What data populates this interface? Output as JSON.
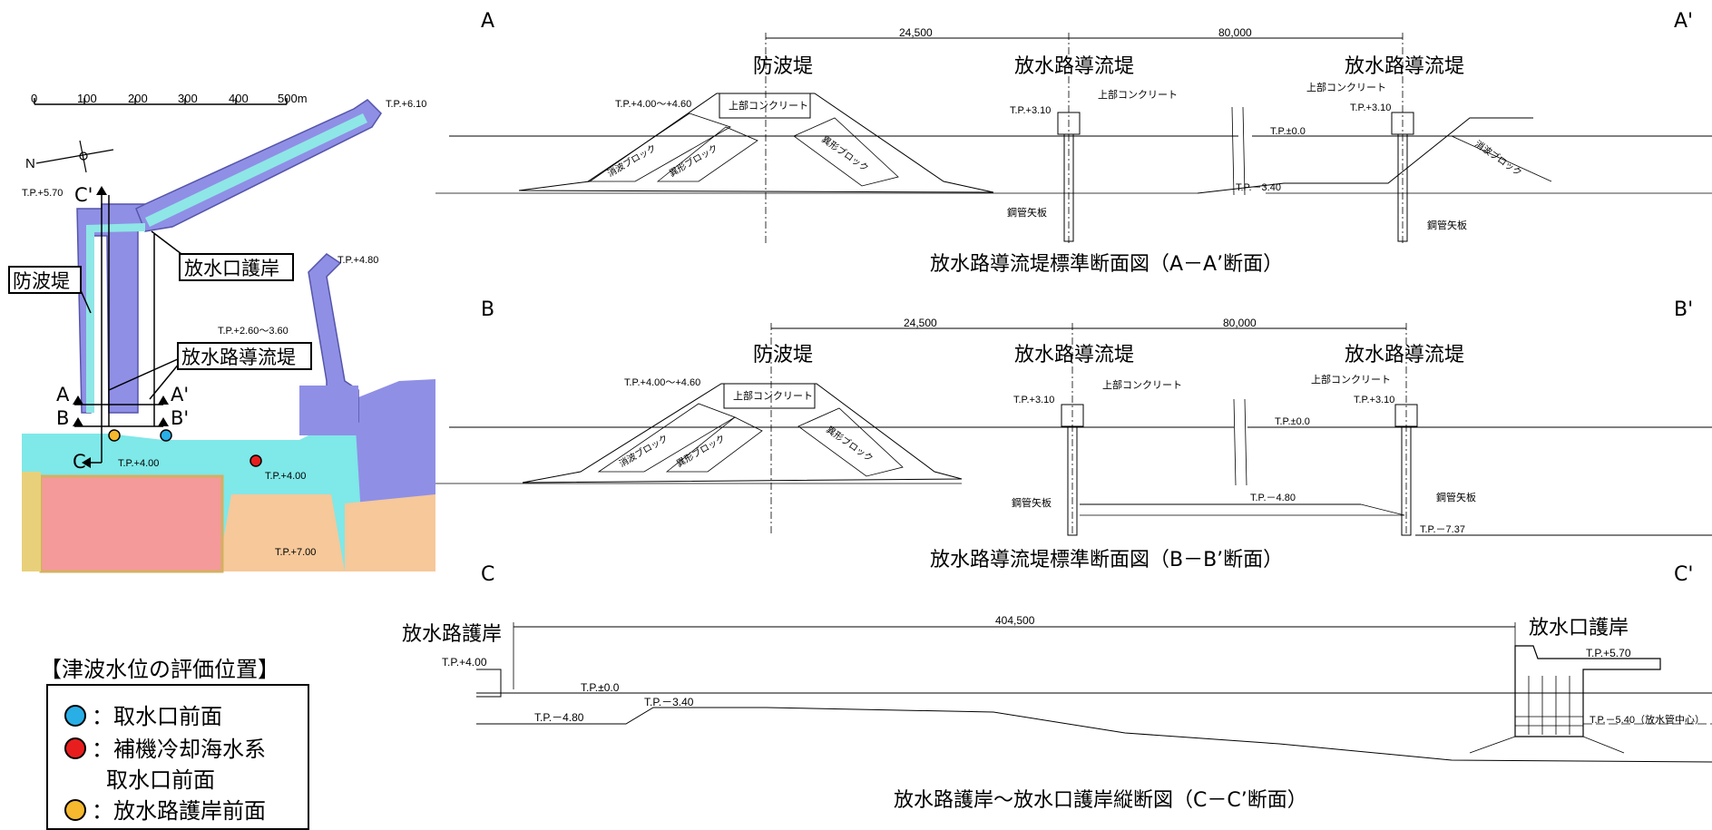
{
  "colors": {
    "breakwater_fill": "#8f8fe6",
    "channel_fill": "#8fe6e6",
    "land_cyan": "#7fe8e8",
    "plant_red": "#f59a9a",
    "land_tan": "#f6c89a",
    "intake_blue": "#29aee6",
    "aux_red": "#e81e1e",
    "outfall_yellow": "#f5b82e"
  },
  "map": {
    "scale_ticks": [
      "0",
      "100",
      "200",
      "300",
      "400",
      "500m"
    ],
    "north": "N",
    "elev_top_right": "T.P.+6.10",
    "elev_left": "T.P.+5.70",
    "elev_mid_right": "T.P.+4.80",
    "elev_range": "T.P.+2.60～3.60",
    "elev_c": "T.P.+4.00",
    "elev_d": "T.P.+4.00",
    "elev_e": "T.P.+7.00",
    "callout_outfall": "放水口護岸",
    "callout_breakwater": "防波堤",
    "callout_channel": "放水路導流堤",
    "mark_a": "A",
    "mark_a2": "A'",
    "mark_b": "B",
    "mark_b2": "B'",
    "mark_c": "C",
    "mark_c2": "C'"
  },
  "section_aa": {
    "corner_left": "A",
    "corner_right": "A'",
    "dim1": "24,500",
    "dim2": "80,000",
    "label_breakwater": "防波堤",
    "label_channel1": "放水路導流堤",
    "label_channel2": "放水路導流堤",
    "elev_crest": "T.P.+4.00～+4.60",
    "upper_concrete1": "上部コンクリート",
    "upper_concrete2": "上部コンクリート",
    "upper_concrete3": "上部コンクリート",
    "block1": "消波ブロック",
    "block2": "異形ブロック",
    "block3": "異形ブロック",
    "block4": "消波ブロック",
    "elev_tp310a": "T.P.+3.10",
    "elev_tp310b": "T.P.+3.10",
    "elev_tp00": "T.P.±0.0",
    "elev_bottom": "T.P.－3.40",
    "sheet_pile1": "鋼管矢板",
    "sheet_pile2": "鋼管矢板",
    "caption": "放水路導流堤標準断面図（A－A’断面）"
  },
  "section_bb": {
    "corner_left": "B",
    "corner_right": "B'",
    "dim1": "24,500",
    "dim2": "80,000",
    "label_breakwater": "防波堤",
    "label_channel1": "放水路導流堤",
    "label_channel2": "放水路導流堤",
    "elev_crest": "T.P.+4.00～+4.60",
    "upper_concrete1": "上部コンクリート",
    "upper_concrete2": "上部コンクリート",
    "upper_concrete3": "上部コンクリート",
    "block1": "消波ブロック",
    "block2": "異形ブロック",
    "block3": "異形ブロック",
    "elev_tp310a": "T.P.+3.10",
    "elev_tp310b": "T.P.+3.10",
    "elev_tp00": "T.P.±0.0",
    "elev_bottom": "T.P.－4.80",
    "elev_bottom2": "T.P.－7.37",
    "sheet_pile1": "鋼管矢板",
    "sheet_pile2": "鋼管矢板",
    "caption": "放水路導流堤標準断面図（B－B’断面）"
  },
  "section_cc": {
    "corner_left": "C",
    "corner_right": "C'",
    "label_left": "放水路護岸",
    "label_right": "放水口護岸",
    "dim": "404,500",
    "elev_400": "T.P.+4.00",
    "elev_00": "T.P.±0.0",
    "elev_340": "T.P.－3.40",
    "elev_480": "T.P.－4.80",
    "elev_570": "T.P.+5.70",
    "elev_540": "T.P.－5.40（放水管中心）",
    "caption": "放水路護岸～放水口護岸縦断図（C－C’断面）"
  },
  "legend": {
    "title": "【津波水位の評価位置】",
    "item1": "：取水口前面",
    "item2a": "：補機冷却海水系",
    "item2b": "取水口前面",
    "item3": "：放水路護岸前面"
  }
}
